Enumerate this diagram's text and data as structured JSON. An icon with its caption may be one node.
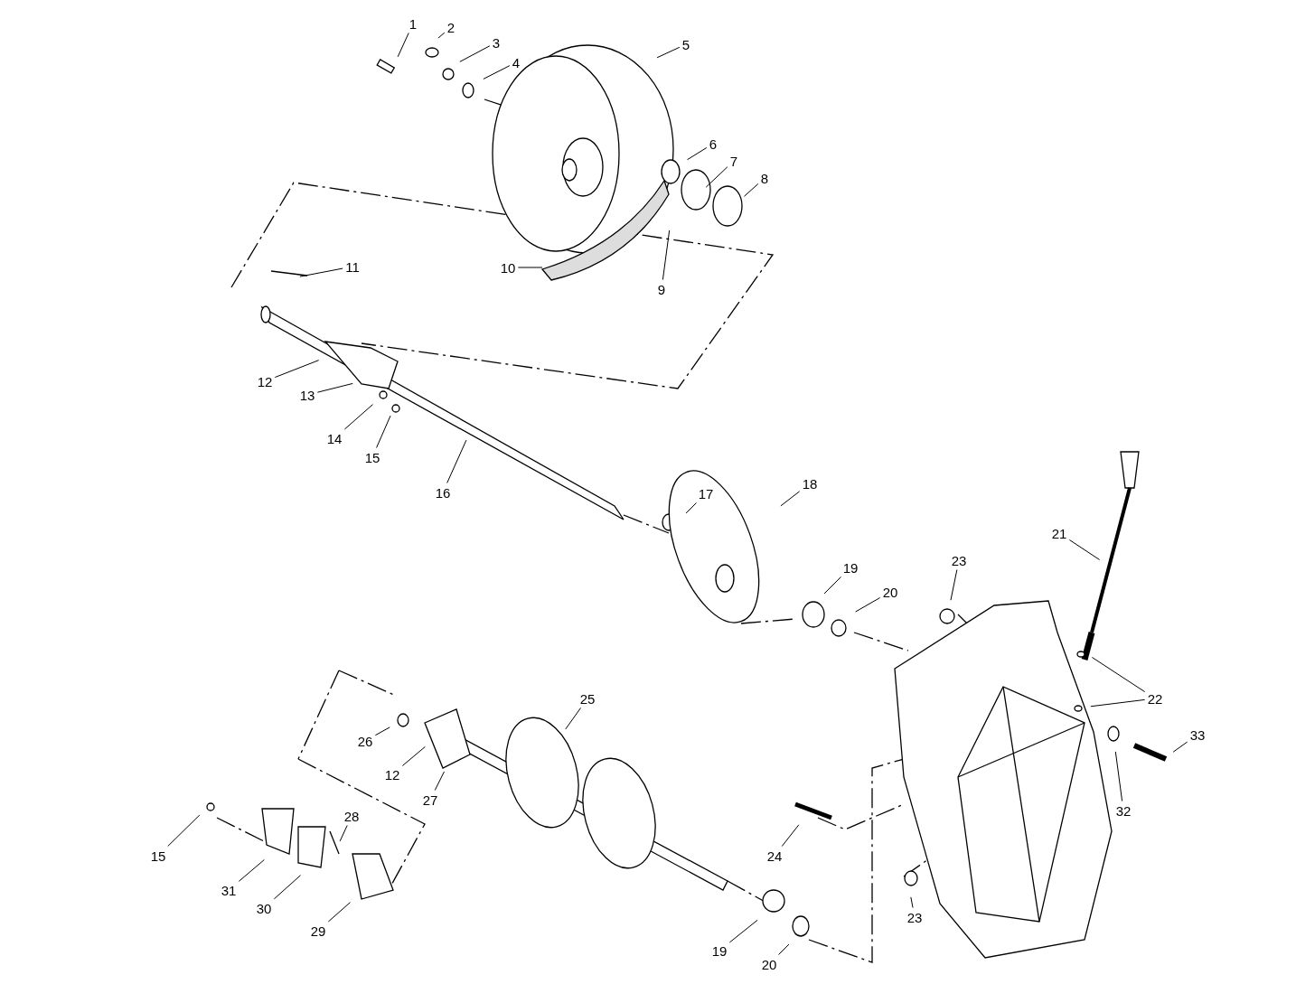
{
  "diagram": {
    "nodes": [
      {
        "text": [
          "1"
        ]
      },
      {
        "text": [
          "2"
        ]
      },
      {
        "text": [
          "3"
        ]
      },
      {
        "text": [
          "4"
        ]
      },
      {
        "text": [
          "5"
        ]
      },
      {
        "text": [
          "6"
        ]
      },
      {
        "text": [
          "7"
        ]
      },
      {
        "text": [
          "8"
        ]
      },
      {
        "text": [
          "11"
        ]
      },
      {
        "text": [
          "10"
        ]
      },
      {
        "text": [
          "9"
        ]
      },
      {
        "text": [
          "12"
        ]
      },
      {
        "text": [
          "13"
        ]
      },
      {
        "text": [
          "14"
        ]
      },
      {
        "text": [
          "15"
        ]
      },
      {
        "text": [
          "16"
        ]
      },
      {
        "text": [
          "18"
        ]
      },
      {
        "text": [
          "17"
        ]
      },
      {
        "text": [
          "21"
        ]
      },
      {
        "text": [
          "23"
        ]
      },
      {
        "text": [
          "19"
        ]
      },
      {
        "text": [
          "20"
        ]
      },
      {
        "text": [
          "25"
        ]
      },
      {
        "text": [
          "22"
        ]
      },
      {
        "text": [
          "26"
        ]
      },
      {
        "text": [
          "33"
        ]
      },
      {
        "text": [
          "12"
        ]
      },
      {
        "text": [
          "27"
        ]
      },
      {
        "text": [
          "32"
        ]
      },
      {
        "text": [
          "28"
        ]
      },
      {
        "text": [
          "15"
        ]
      },
      {
        "text": [
          "24"
        ]
      },
      {
        "text": [
          "31"
        ]
      },
      {
        "text": [
          "30"
        ]
      },
      {
        "text": [
          "23"
        ]
      },
      {
        "text": [
          "29"
        ]
      },
      {
        "text": [
          "19"
        ]
      },
      {
        "text": [
          "20"
        ]
      }
    ],
    "edges": [
      {
        "from": 0,
        "to": null,
        "arrow": "none"
      },
      {
        "from": 1,
        "to": null,
        "arrow": "none"
      },
      {
        "from": 2,
        "to": null,
        "arrow": "none"
      },
      {
        "from": 3,
        "to": null,
        "arrow": "none"
      },
      {
        "from": 4,
        "to": null,
        "arrow": "none"
      },
      {
        "from": 5,
        "to": null,
        "arrow": "none"
      },
      {
        "from": 6,
        "to": null,
        "arrow": "none"
      },
      {
        "from": 7,
        "to": null,
        "arrow": "none"
      },
      {
        "from": 8,
        "to": null,
        "arrow": "none"
      },
      {
        "from": 9,
        "to": null,
        "arrow": "none"
      },
      {
        "from": 10,
        "to": null,
        "arrow": "none"
      },
      {
        "from": 11,
        "to": null,
        "arrow": "none"
      },
      {
        "from": 12,
        "to": null,
        "arrow": "none"
      },
      {
        "from": 13,
        "to": null,
        "arrow": "none"
      },
      {
        "from": 14,
        "to": null,
        "arrow": "none"
      },
      {
        "from": 15,
        "to": null,
        "arrow": "none"
      },
      {
        "from": 16,
        "to": null,
        "arrow": "none"
      },
      {
        "from": 17,
        "to": null,
        "arrow": "none"
      },
      {
        "from": 18,
        "to": null,
        "arrow": "none"
      },
      {
        "from": 19,
        "to": null,
        "arrow": "none"
      },
      {
        "from": 20,
        "to": null,
        "arrow": "none"
      },
      {
        "from": 21,
        "to": null,
        "arrow": "none"
      },
      {
        "from": 22,
        "to": null,
        "arrow": "none"
      },
      {
        "from": 23,
        "to": null,
        "arrow": "none"
      },
      {
        "from": 23,
        "to": null,
        "arrow": "none"
      },
      {
        "from": 24,
        "to": null,
        "arrow": "none"
      },
      {
        "from": 25,
        "to": null,
        "arrow": "none"
      },
      {
        "from": 26,
        "to": null,
        "arrow": "none"
      },
      {
        "from": 27,
        "to": null,
        "arrow": "none"
      },
      {
        "from": 28,
        "to": null,
        "arrow": "none"
      },
      {
        "from": 29,
        "to": null,
        "arrow": "none"
      },
      {
        "from": 30,
        "to": null,
        "arrow": "none"
      },
      {
        "from": 31,
        "to": null,
        "arrow": "none"
      },
      {
        "from": 32,
        "to": null,
        "arrow": "none"
      },
      {
        "from": 33,
        "to": null,
        "arrow": "none"
      },
      {
        "from": 34,
        "to": null,
        "arrow": "none"
      },
      {
        "from": 35,
        "to": null,
        "arrow": "none"
      },
      {
        "from": 36,
        "to": null,
        "arrow": "none"
      },
      {
        "from": 37,
        "to": null,
        "arrow": "none"
      }
    ]
  }
}
